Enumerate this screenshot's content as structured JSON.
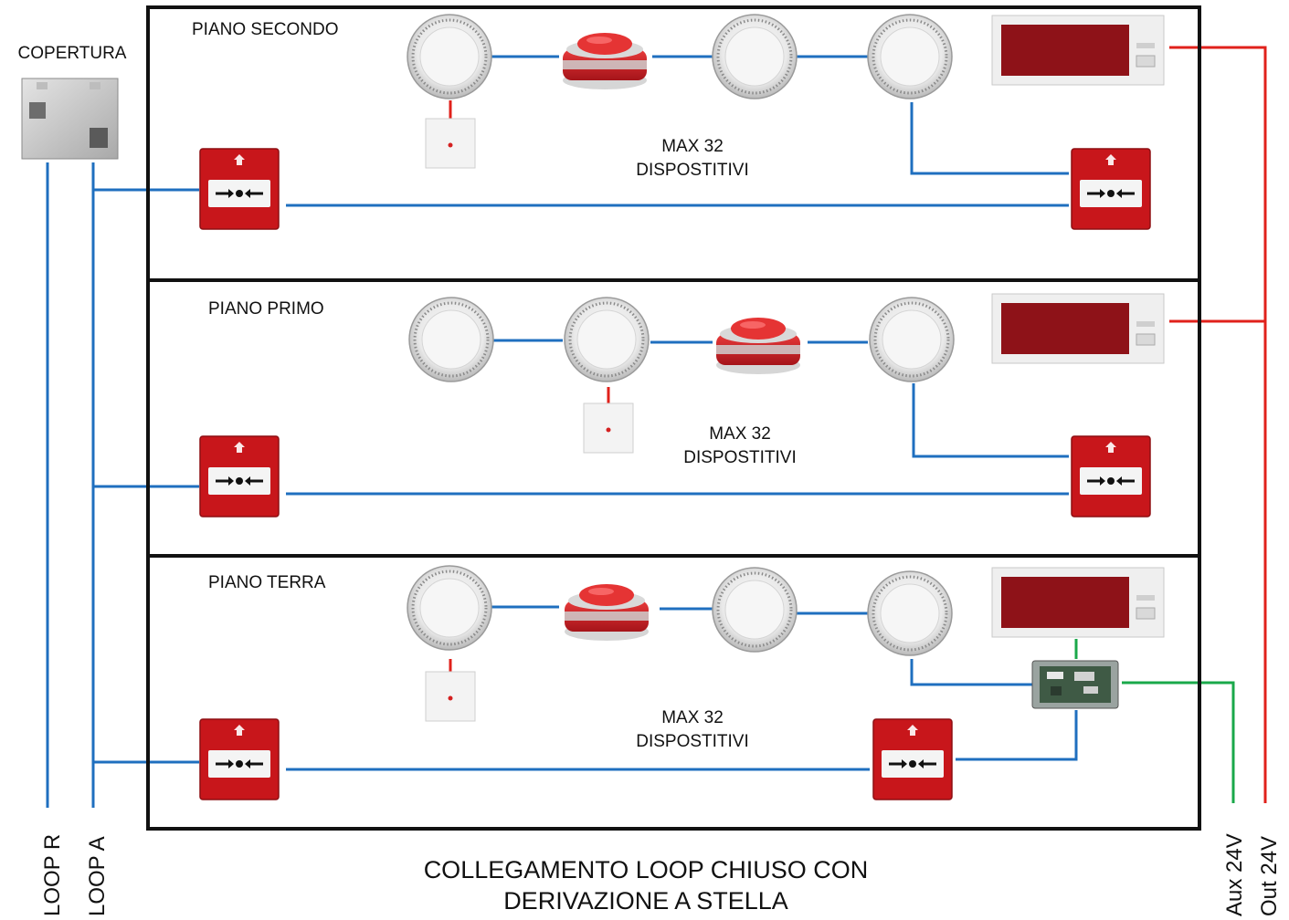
{
  "roof": {
    "label": "COPERTURA"
  },
  "floors": [
    {
      "id": "second",
      "label": "PIANO SECONDO",
      "max_line1": "MAX 32",
      "max_line2": "DISPOSTITIVI"
    },
    {
      "id": "first",
      "label": "PIANO PRIMO",
      "max_line1": "MAX 32",
      "max_line2": "DISPOSTITIVI"
    },
    {
      "id": "ground",
      "label": "PIANO TERRA",
      "max_line1": "MAX 32",
      "max_line2": "DISPOSTITIVI"
    }
  ],
  "loop_labels": {
    "loop_r": "LOOP R",
    "loop_a": "LOOP A"
  },
  "power_labels": {
    "aux": "Aux 24V",
    "out": "Out 24V"
  },
  "caption": {
    "line1": "COLLEGAMENTO LOOP CHIUSO CON",
    "line2": "DERIVAZIONE A STELLA"
  },
  "colors": {
    "loop_wire": "#1f6fbf",
    "power_wire": "#e0211b",
    "aux_wire": "#1aa84a",
    "device_red": "#c8161b",
    "panel_display": "#8e1218"
  }
}
